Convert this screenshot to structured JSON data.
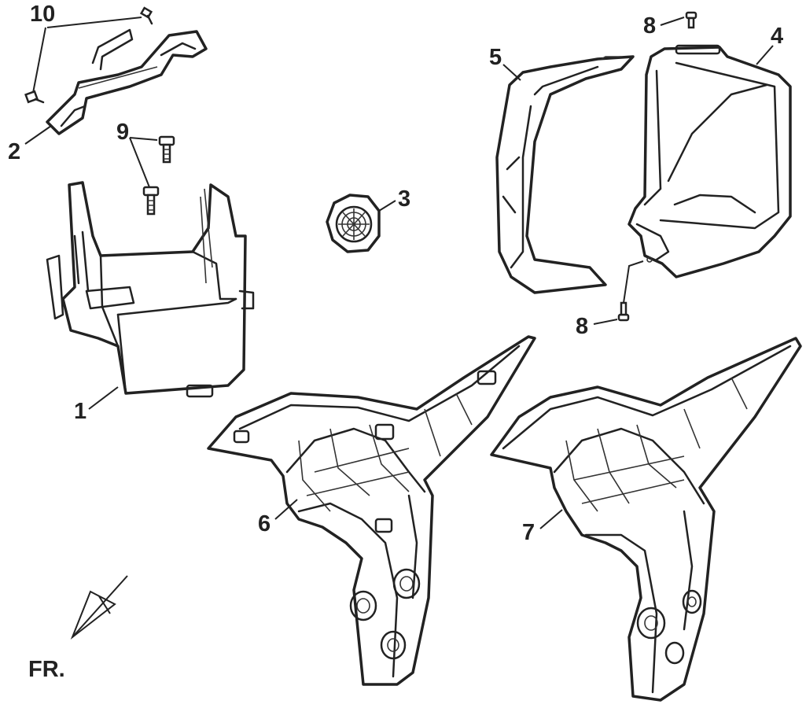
{
  "diagram": {
    "callouts": [
      {
        "id": "callout-1",
        "text": "1"
      },
      {
        "id": "callout-2",
        "text": "2"
      },
      {
        "id": "callout-3",
        "text": "3"
      },
      {
        "id": "callout-4",
        "text": "4"
      },
      {
        "id": "callout-5",
        "text": "5"
      },
      {
        "id": "callout-6",
        "text": "6"
      },
      {
        "id": "callout-7",
        "text": "7"
      },
      {
        "id": "callout-8a",
        "text": "8"
      },
      {
        "id": "callout-8b",
        "text": "8"
      },
      {
        "id": "callout-9",
        "text": "9"
      },
      {
        "id": "callout-10",
        "text": "10"
      }
    ],
    "direction_label": "FR."
  },
  "colors": {
    "line": "#222222",
    "background": "#ffffff"
  }
}
